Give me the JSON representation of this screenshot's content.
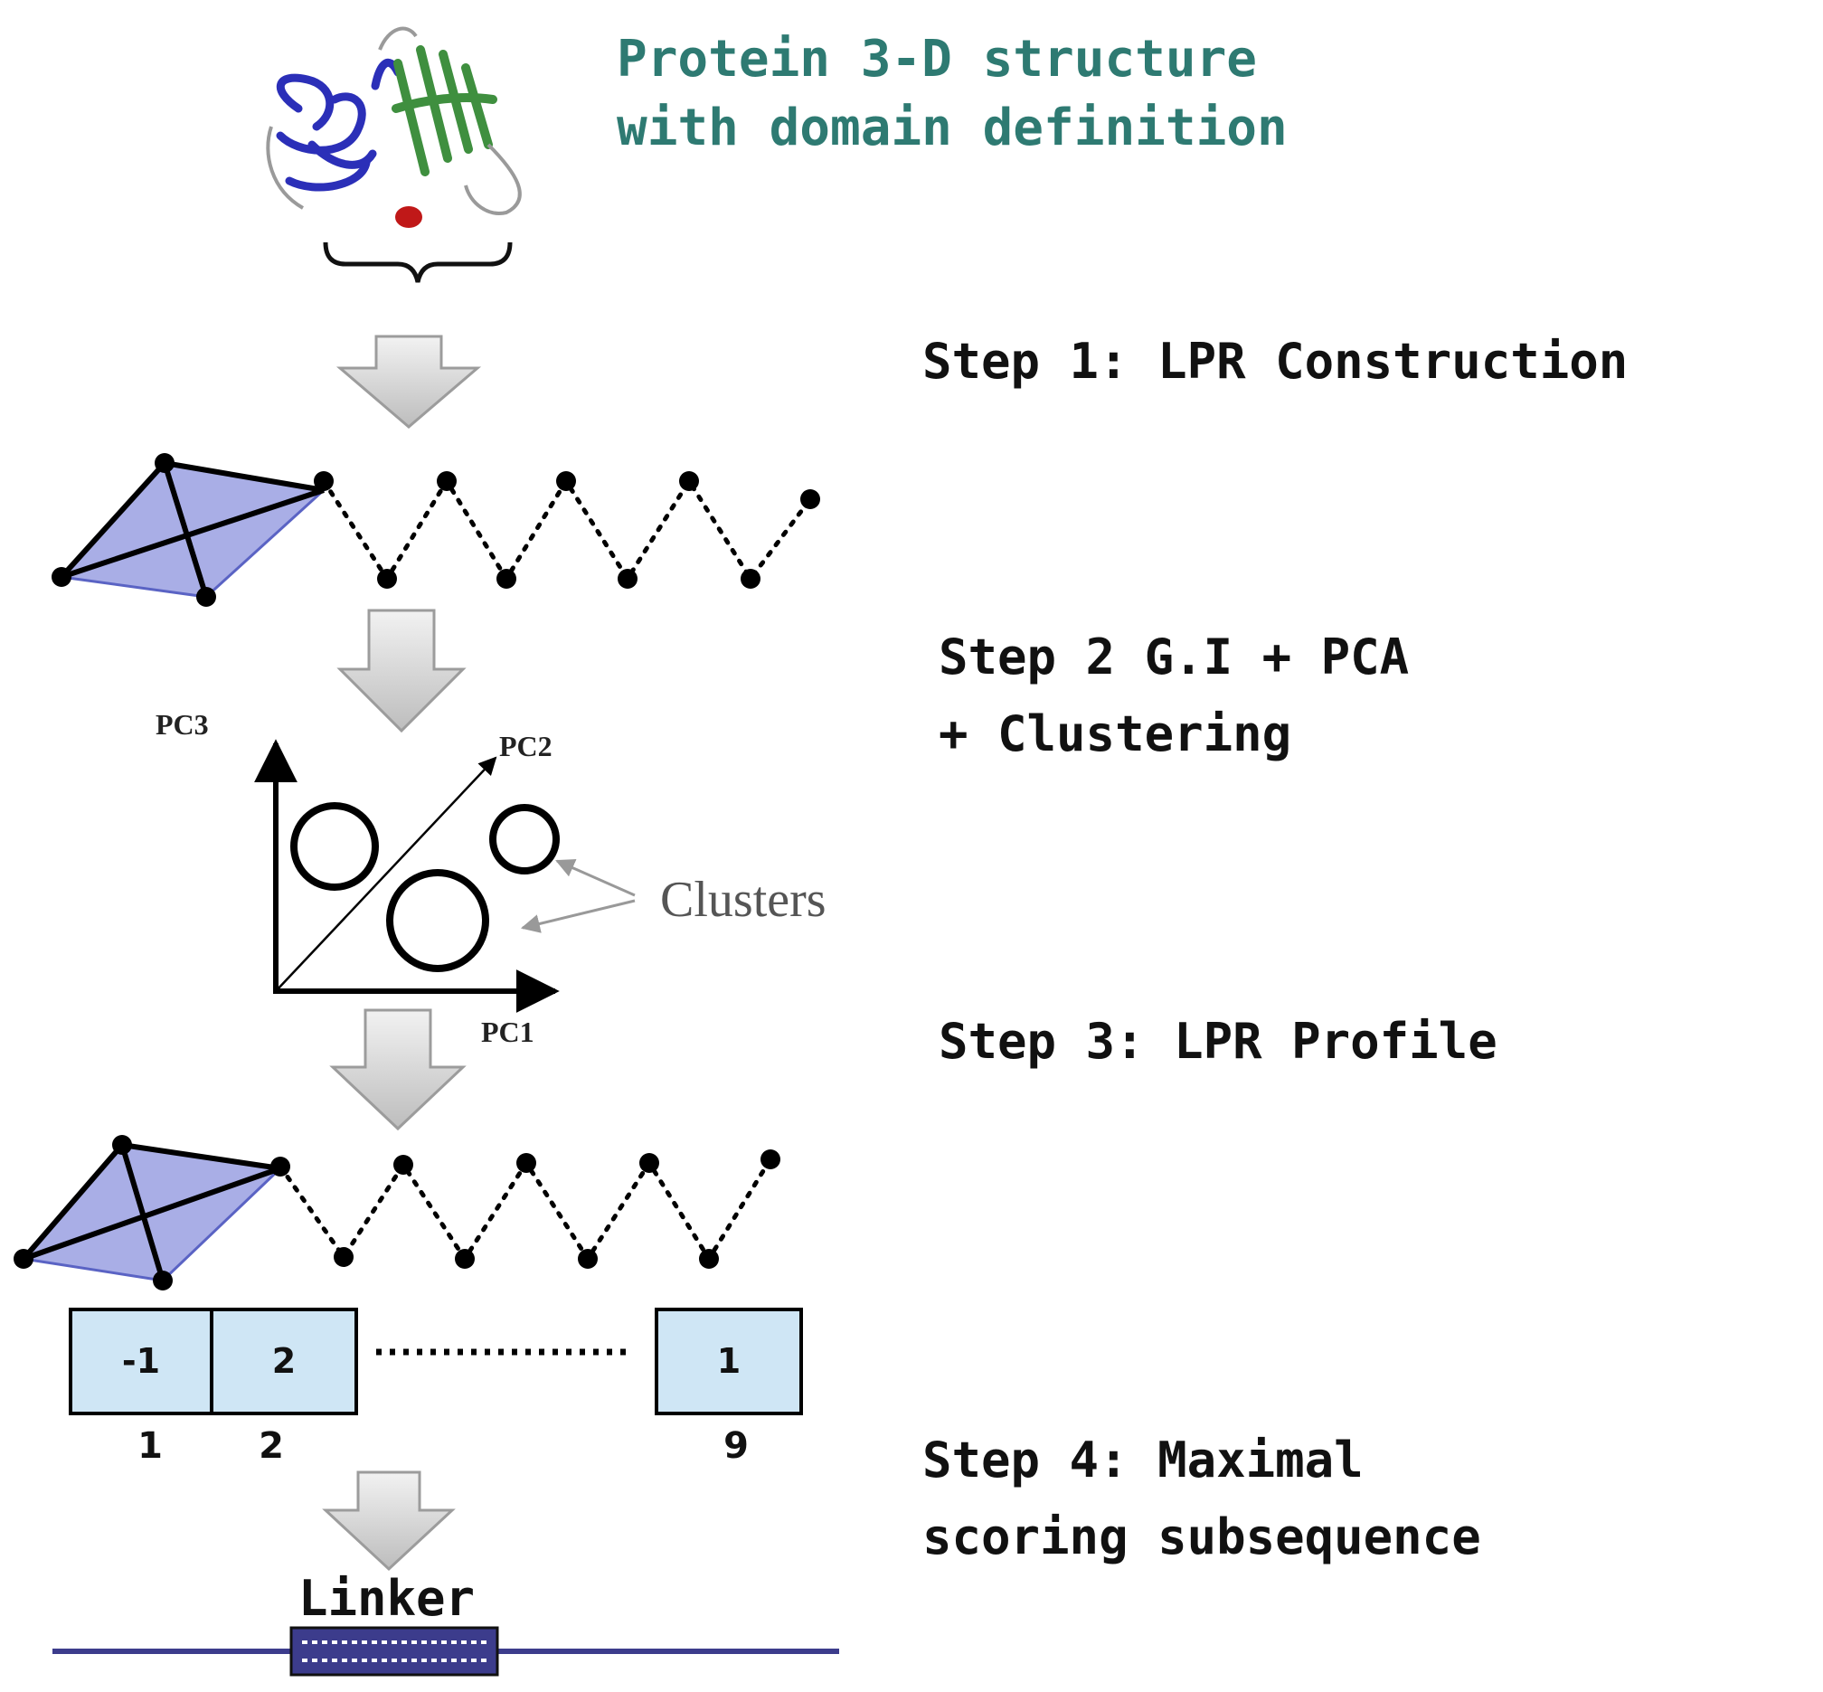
{
  "title": {
    "line1": "Protein 3-D structure",
    "line2": "with domain definition"
  },
  "steps": [
    {
      "line1": "Step 1: LPR Construction",
      "line2": ""
    },
    {
      "line1": "Step 2 G.I + PCA",
      "line2": "+ Clustering"
    },
    {
      "line1": "Step 3: LPR Profile",
      "line2": ""
    },
    {
      "line1": "Step 4: Maximal",
      "line2": "scoring subsequence"
    }
  ],
  "pca_plot": {
    "axis_labels": {
      "pc1": "PC1",
      "pc2": "PC2",
      "pc3": "PC3"
    },
    "clusters_label": "Clusters"
  },
  "profile": {
    "boxes": [
      {
        "value": "-1",
        "index": "1"
      },
      {
        "value": "2",
        "index": "2"
      },
      {
        "value": "1",
        "index": "9"
      }
    ]
  },
  "linker_label": "Linker",
  "colors": {
    "title_teal": "#2e7a72",
    "tetra_fill": "#a9aee6",
    "box_fill": "#cfe6f5",
    "domain_blue": "#2b2fb8",
    "domain_green": "#3f8f3f",
    "linker_red": "#c01818",
    "linker_bar": "#3c3c8c",
    "arrow_gray": "#c8c8c8"
  }
}
